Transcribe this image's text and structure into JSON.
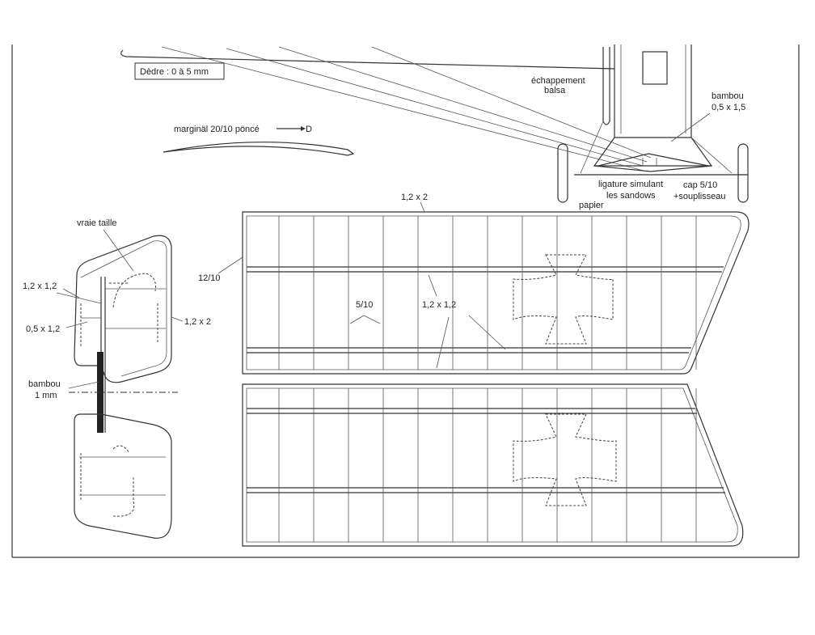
{
  "labels": {
    "dihedral": "Dèdre : 0 à 5 mm",
    "marginal": "marginäl 20/10 pöncé",
    "exhaust_1": "échappement",
    "exhaust_2": "balsa",
    "bamboo_strut_1": "bambou",
    "bamboo_strut_2": "0,5 x 1,5",
    "ligature_1": "ligature simulant",
    "ligature_2": "les sandows",
    "paper": "papier",
    "cap_1": "cap 5/10",
    "cap_2": "+souplisseau",
    "wing_edge": "1,2 x 2",
    "wing_le": "12/10",
    "rib": "5/10",
    "spar": "1,2 x 1,2",
    "true_size": "vraie taille",
    "tail_spar": "1,2 x 1,2",
    "tail_rib": "0,5 x 1,2",
    "tail_edge": "1,2 x 2",
    "bamboo_1": "bambou",
    "bamboo_2": "1 mm"
  }
}
